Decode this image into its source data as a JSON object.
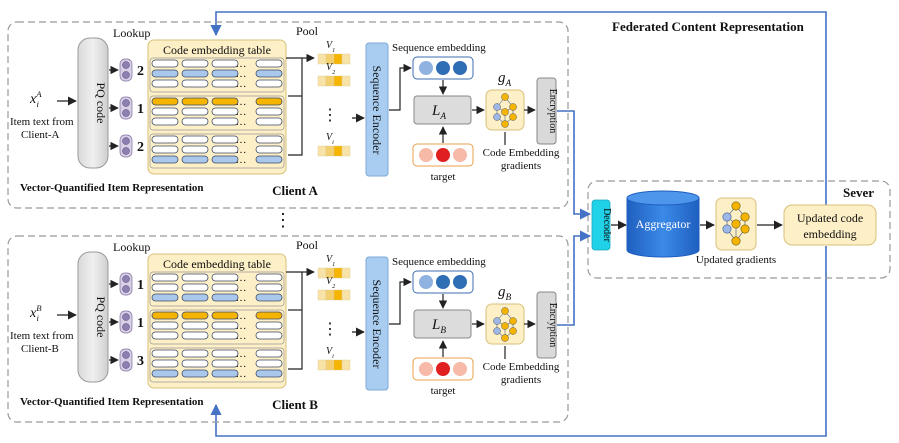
{
  "header": {
    "title": "Federated Content Representation"
  },
  "clients": [
    {
      "id": "A",
      "name": "Client A",
      "section_label": "Vector-Quantified Item Representation",
      "item_var": "x",
      "item_sub": "i",
      "item_sup": "A",
      "item_text_line1": "Item text from",
      "item_text_line2": "Client-A",
      "pq_label": "PQ code",
      "lookup_label": "Lookup",
      "table_title": "Code embedding table",
      "pool_label": "Pool",
      "codes": [
        "2",
        "1",
        "2"
      ],
      "pool_vectors": [
        "V",
        "V",
        "V"
      ],
      "pool_subs": [
        "1",
        "2",
        "i"
      ],
      "ellipsis": "⋮",
      "row_ellipsis": "…",
      "encoder_label": "Sequence Encoder",
      "seq_emb_label": "Sequence embedding",
      "loss_label": "L",
      "loss_sub": "A",
      "grad_label": "g",
      "grad_sub": "A",
      "encryption_label": "Encryption",
      "target_label": "target",
      "code_emb_grad_line1": "Code Embedding",
      "code_emb_grad_line2": "gradients"
    },
    {
      "id": "B",
      "name": "Client B",
      "section_label": "Vector-Quantified Item Representation",
      "item_var": "x",
      "item_sub": "i",
      "item_sup": "B",
      "item_text_line1": "Item text from",
      "item_text_line2": "Client-B",
      "pq_label": "PQ code",
      "lookup_label": "Lookup",
      "table_title": "Code embedding table",
      "pool_label": "Pool",
      "codes": [
        "1",
        "1",
        "3"
      ],
      "pool_vectors": [
        "V",
        "V",
        "V"
      ],
      "pool_subs": [
        "1",
        "2",
        "i"
      ],
      "ellipsis": "⋮",
      "row_ellipsis": "…",
      "encoder_label": "Sequence Encoder",
      "seq_emb_label": "Sequence embedding",
      "loss_label": "L",
      "loss_sub": "B",
      "grad_label": "g",
      "grad_sub": "B",
      "encryption_label": "Encryption",
      "target_label": "target",
      "code_emb_grad_line1": "Code Embedding",
      "code_emb_grad_line2": "gradients"
    }
  ],
  "between_clients": "⋮",
  "server": {
    "title": "Sever",
    "decoder_label": "Decoder",
    "aggregator_label": "Aggregator",
    "updated_gradients_label": "Updated gradients",
    "updated_code_line1": "Updated code",
    "updated_code_line2": "embedding"
  },
  "colors": {
    "encoder_blue": "#a8cdf0",
    "table_bg": "#fdefc6",
    "arrow_blue": "#4472c4",
    "cylinder_blue": "#2e75d6",
    "decoder_cyan": "#1fd2e8",
    "slot_blue": "#a9c8ec",
    "slot_orange": "#f4b400",
    "target_red": "#e02020",
    "target_pink": "#f7b9a8",
    "seq_dark": "#2f6db5",
    "seq_light": "#8fb2e0"
  }
}
